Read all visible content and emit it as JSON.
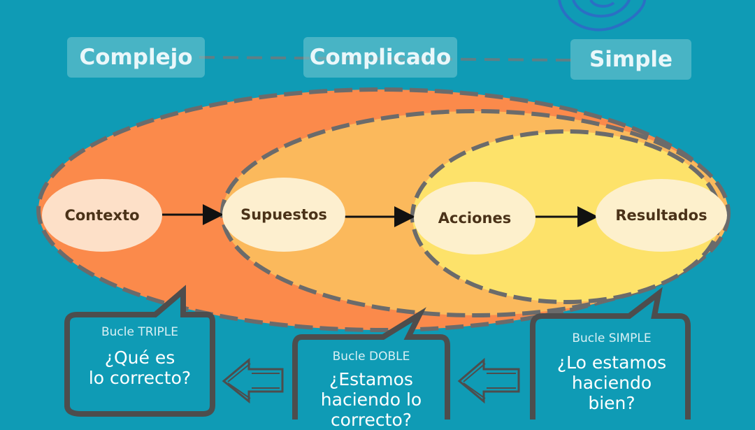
{
  "scale_labels": {
    "complejo": "Complejo",
    "complicado": "Complicado",
    "simple": "Simple"
  },
  "nodes": {
    "contexto": "Contexto",
    "supuestos": "Supuestos",
    "acciones": "Acciones",
    "resultados": "Resultados"
  },
  "loops": {
    "triple": {
      "title": "Bucle TRIPLE",
      "question": "¿Qué es\nlo correcto?"
    },
    "doble": {
      "title": "Bucle DOBLE",
      "question": "¿Estamos\nhaciendo lo\ncorrecto?"
    },
    "simple": {
      "title": "Bucle SIMPLE",
      "question": "¿Lo estamos\nhaciendo\nbien?"
    }
  },
  "colors": {
    "background": "#0f9bb5",
    "outer_ellipse": "#fb8a4b",
    "middle_ellipse": "#fbb95c",
    "inner_ellipse": "#fde26a",
    "node_fill": "#fdefcf",
    "dash": "#6b6b6b",
    "bubble_border": "#4d4d4d"
  },
  "icons": [
    "spiral-icon",
    "arrow-left-icon",
    "arrow-right-icon"
  ]
}
